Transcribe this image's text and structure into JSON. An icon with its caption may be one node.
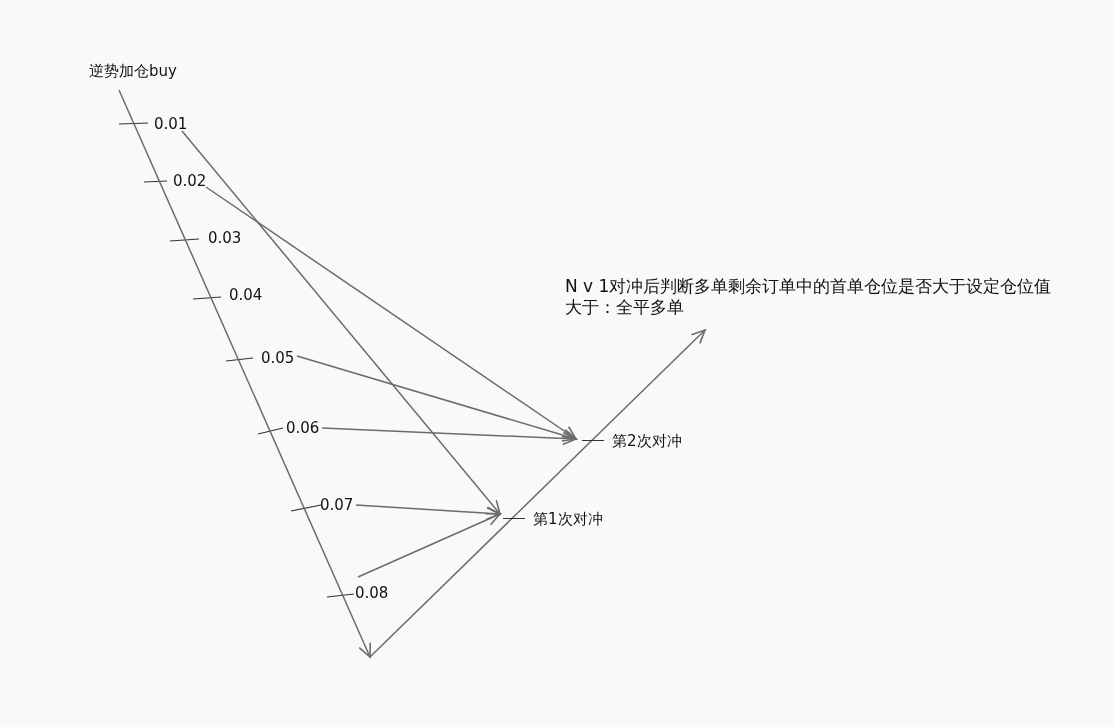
{
  "diagram": {
    "nodes": [
      {
        "text": [
          "逆势加仓buy"
        ]
      },
      {
        "text": [
          "0.01"
        ]
      },
      {
        "text": [
          "0.02"
        ]
      },
      {
        "text": [
          "0.03"
        ]
      },
      {
        "text": [
          "0.04"
        ]
      },
      {
        "text": [
          "0.05"
        ]
      },
      {
        "text": [
          "0.06"
        ]
      },
      {
        "text": [
          "0.07"
        ]
      },
      {
        "text": [
          "0.08"
        ]
      },
      {
        "text": [
          "N v 1对冲后判断多单剩余订单中的首单仓位是否大于设定仓位值",
          "大于：全平多单"
        ]
      },
      {
        "text": [
          "第2次对冲"
        ]
      },
      {
        "text": [
          "第1次对冲"
        ]
      }
    ],
    "edges": [
      {
        "from": 0,
        "to": null,
        "arrow": "to"
      },
      {
        "from": null,
        "to": 9,
        "arrow": "to"
      },
      {
        "from": 1,
        "to": 11,
        "arrow": "to"
      },
      {
        "from": 2,
        "to": 10,
        "arrow": "to"
      },
      {
        "from": 5,
        "to": 10,
        "arrow": "to"
      },
      {
        "from": 6,
        "to": 10,
        "arrow": "to"
      },
      {
        "from": 7,
        "to": 11,
        "arrow": "to"
      },
      {
        "from": 8,
        "to": 11,
        "arrow": "to"
      }
    ]
  }
}
